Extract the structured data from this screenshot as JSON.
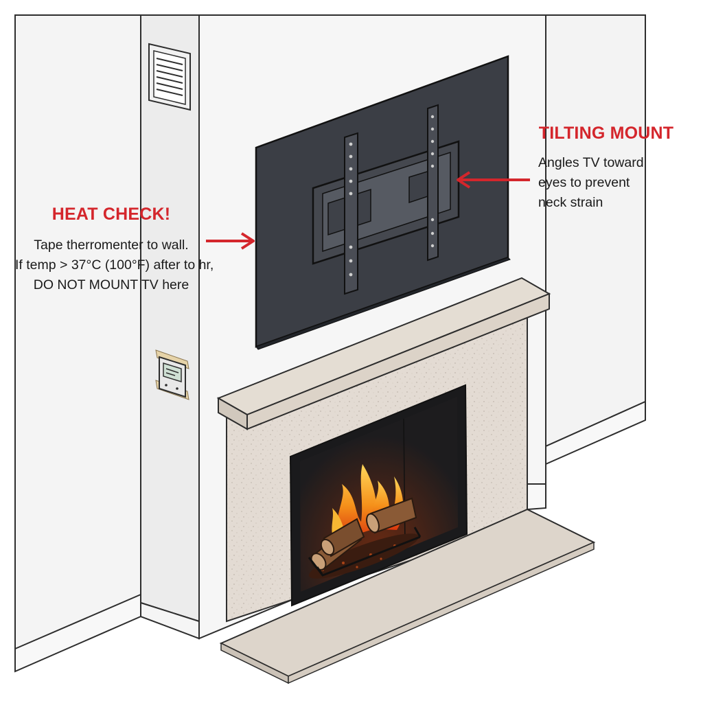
{
  "colors": {
    "accent_red": "#d4262c",
    "wall": "#f3f3f3",
    "tv": "#3b3e45",
    "mount": "#474a51",
    "stone": "#e2dad2",
    "mantel": "#ddd5cb",
    "firebox": "#2a2a2c",
    "flame": "#f6a21a"
  },
  "icons": {
    "vent": "air-vent-icon",
    "thermometer": "thermometer-icon",
    "arrow": "arrow-right-icon"
  },
  "callouts": {
    "heat_check": {
      "title": "HEAT CHECK!",
      "lines": [
        "Tape therromenter to wall.",
        "If temp > 37°C (100°F) after to hr,",
        "DO NOT MOUNT TV here"
      ]
    },
    "tilting_mount": {
      "title": "TILTING MOUNT",
      "lines": [
        "Angles TV toward",
        "eyes to prevent",
        "neck strain"
      ]
    }
  }
}
